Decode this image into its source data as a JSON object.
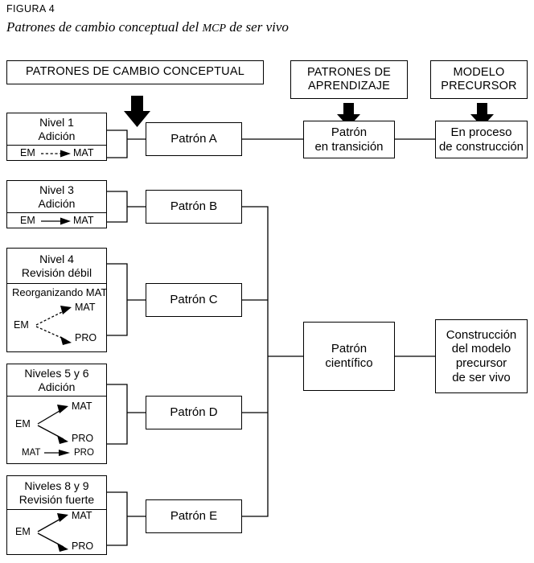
{
  "figure": {
    "label": "FIGURA 4",
    "title_pre": "Patrones de cambio conceptual del ",
    "title_sc": "MCP",
    "title_post": " de ser vivo"
  },
  "headers": [
    {
      "name": "patrones-cambio-conceptual",
      "text": "PATRONES DE CAMBIO CONCEPTUAL"
    },
    {
      "name": "patrones-aprendizaje",
      "line1": "PATRONES DE",
      "line2": "APRENDIZAJE"
    },
    {
      "name": "modelo-precursor",
      "line1": "MODELO",
      "line2": "PRECURSOR"
    }
  ],
  "levels": [
    {
      "id": "nivel-1",
      "title_line1": "Nivel 1",
      "title_line2": "Adición",
      "relations": [
        {
          "from": "EM",
          "to": "MAT",
          "style": "dashed",
          "shape": "horizontal"
        }
      ]
    },
    {
      "id": "nivel-3",
      "title_line1": "Nivel 3",
      "title_line2": "Adición",
      "relations": [
        {
          "from": "EM",
          "to": "MAT",
          "style": "solid",
          "shape": "horizontal"
        }
      ]
    },
    {
      "id": "nivel-4",
      "title_line1": "Nivel 4",
      "title_line2": "Revisión débil",
      "note": "Reorganizando MAT",
      "relations": [
        {
          "from": "EM",
          "to": "MAT",
          "style": "dashed",
          "shape": "branch-up"
        },
        {
          "from": "EM",
          "to": "PRO",
          "style": "dashed",
          "shape": "branch-down"
        }
      ]
    },
    {
      "id": "niveles-5-6",
      "title_line1": "Niveles 5 y 6",
      "title_line2": "Adición",
      "relations": [
        {
          "from": "EM",
          "to": "MAT",
          "style": "solid",
          "shape": "branch-up"
        },
        {
          "from": "EM",
          "to": "PRO",
          "style": "solid",
          "shape": "branch-down"
        },
        {
          "from": "MAT",
          "to": "PRO",
          "style": "solid",
          "shape": "horizontal"
        }
      ]
    },
    {
      "id": "niveles-8-9",
      "title_line1": "Niveles 8 y 9",
      "title_line2": "Revisión fuerte",
      "relations": [
        {
          "from": "EM",
          "to": "MAT",
          "style": "solid",
          "shape": "branch-up"
        },
        {
          "from": "EM",
          "to": "PRO",
          "style": "solid",
          "shape": "branch-down"
        }
      ]
    }
  ],
  "patterns": [
    {
      "id": "patron-a",
      "label": "Patrón A"
    },
    {
      "id": "patron-b",
      "label": "Patrón B"
    },
    {
      "id": "patron-c",
      "label": "Patrón C"
    },
    {
      "id": "patron-d",
      "label": "Patrón D"
    },
    {
      "id": "patron-e",
      "label": "Patrón E"
    }
  ],
  "outcomes": {
    "patron_transicion": {
      "line1": "Patrón",
      "line2": "en transición"
    },
    "en_proceso": {
      "line1": "En proceso",
      "line2": "de construcción"
    },
    "patron_cientifico": {
      "line1": "Patrón",
      "line2": "científico"
    },
    "construccion": {
      "line1": "Construcción",
      "line2": "del modelo",
      "line3": "precursor",
      "line4": "de ser vivo"
    }
  },
  "labels": {
    "em": "EM",
    "mat": "MAT",
    "pro": "PRO"
  },
  "colors": {
    "stroke": "#000000",
    "background": "#ffffff"
  }
}
